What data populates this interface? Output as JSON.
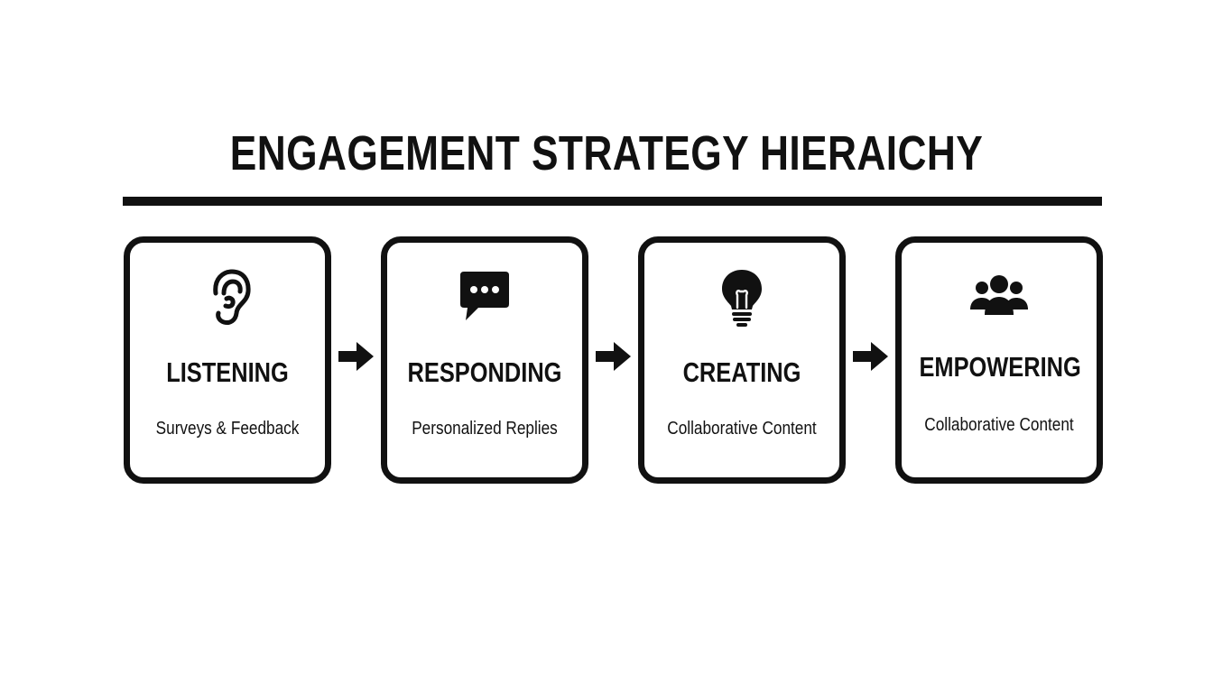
{
  "title": "ENGAGEMENT STRATEGY HIERAICHY",
  "steps": [
    {
      "label": "LISTENING",
      "sub": "Surveys & Feedback",
      "icon": "ear-icon"
    },
    {
      "label": "RESPONDING",
      "sub": "Personalized Replies",
      "icon": "speech-bubble-icon"
    },
    {
      "label": "CREATING",
      "sub": "Collaborative Content",
      "icon": "lightbulb-icon"
    },
    {
      "label": "EMPOWERING",
      "sub": "Collaborative Content",
      "icon": "people-group-icon"
    }
  ],
  "colors": {
    "ink": "#111111",
    "background": "#ffffff"
  }
}
